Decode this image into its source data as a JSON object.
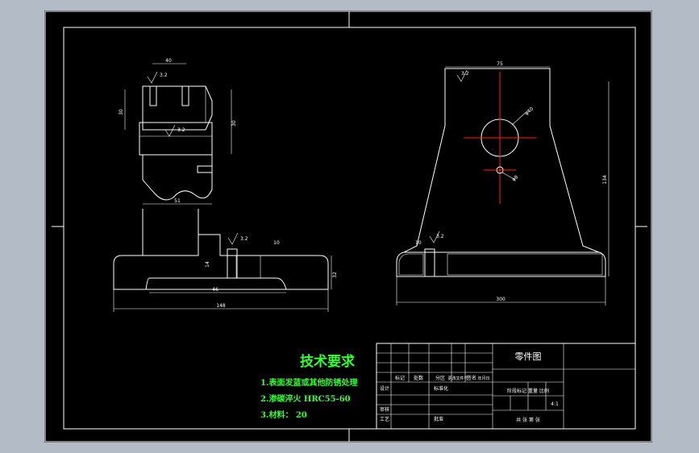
{
  "tech_requirements": {
    "title": "技术要求",
    "items": [
      "1.表面发蓝或其他防锈处理",
      "2.渗碳淬火 HRC55-60",
      "3.材料： 20"
    ]
  },
  "title_block": {
    "part_name": "零件图",
    "header_cells": [
      "标记",
      "处数",
      "分区",
      "更改文件号",
      "签名",
      "年月日"
    ],
    "row_design": "设计",
    "row_standard": "标准化",
    "row_review": "审核",
    "row_process": "工艺",
    "row_approve": "批准",
    "stage_labels": "阶段标记 重量 比例",
    "scale": "4:1",
    "sheet_labels": "共 张 第 张"
  },
  "dimensions": {
    "front_top_width": "40",
    "front_left_height": "30",
    "front_right_height": "30",
    "front_mid_width": "51",
    "front_base_inner": "46",
    "front_base_total": "148",
    "front_base_height": "32",
    "front_base_step": "14",
    "front_hole_dim": "10",
    "roughness_top": "3.2",
    "roughness_bore": "3.2",
    "roughness_base": "3.2",
    "side_top_width": "75",
    "side_height": "134",
    "side_base_width": "300",
    "side_bore_dia": "φ40",
    "side_small_hole": "φ8",
    "side_hole_dim": "10",
    "roughness_side_top": "3.2",
    "roughness_side_base": "3.2"
  },
  "colors": {
    "sheet": "#000000",
    "outer_bg": "#b3bcc6",
    "lines": "#ffffff",
    "centerline": "#ff2020",
    "tech_text": "#33ff33"
  }
}
